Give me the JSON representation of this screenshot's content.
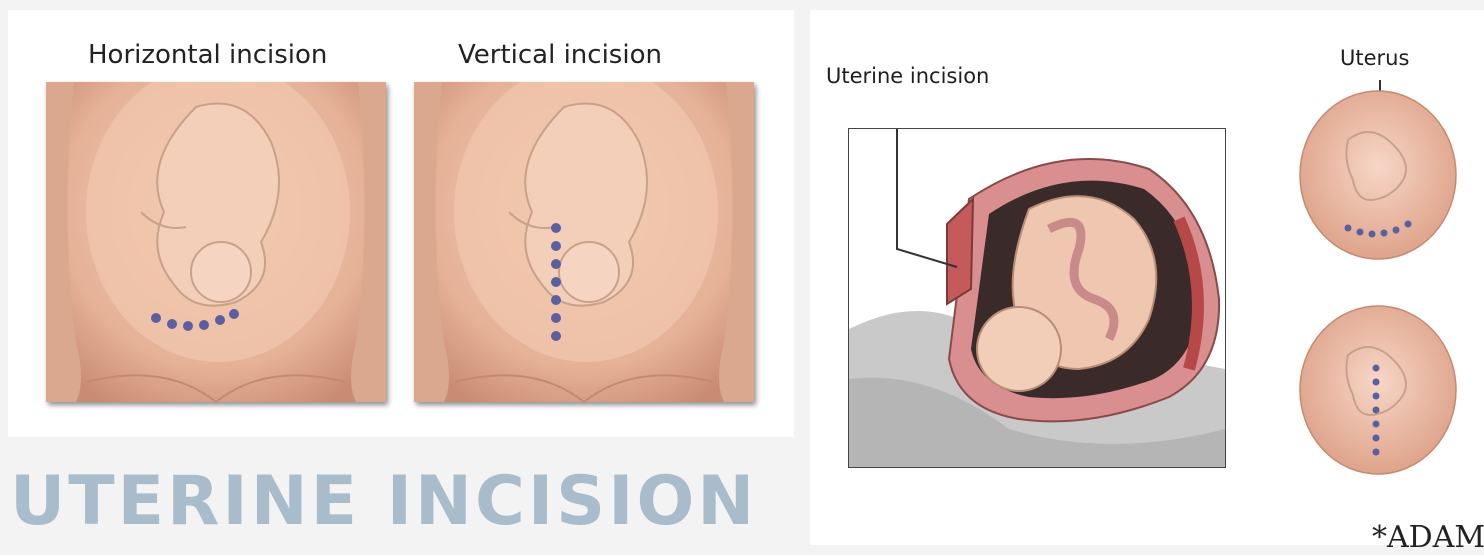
{
  "left_figure": {
    "horizontal_label": "Horizontal incision",
    "vertical_label": "Vertical incision"
  },
  "slide_title": "UTERINE INCISION",
  "right_figure": {
    "uterine_incision_label": "Uterine incision",
    "uterus_label": "Uterus",
    "logo_text": "*ADAM"
  },
  "colors": {
    "title": "#a9bccb",
    "incision_dots": "#5a5fa0",
    "skin": "#e8bfa8",
    "uterine_wall": "#c96a6a"
  }
}
